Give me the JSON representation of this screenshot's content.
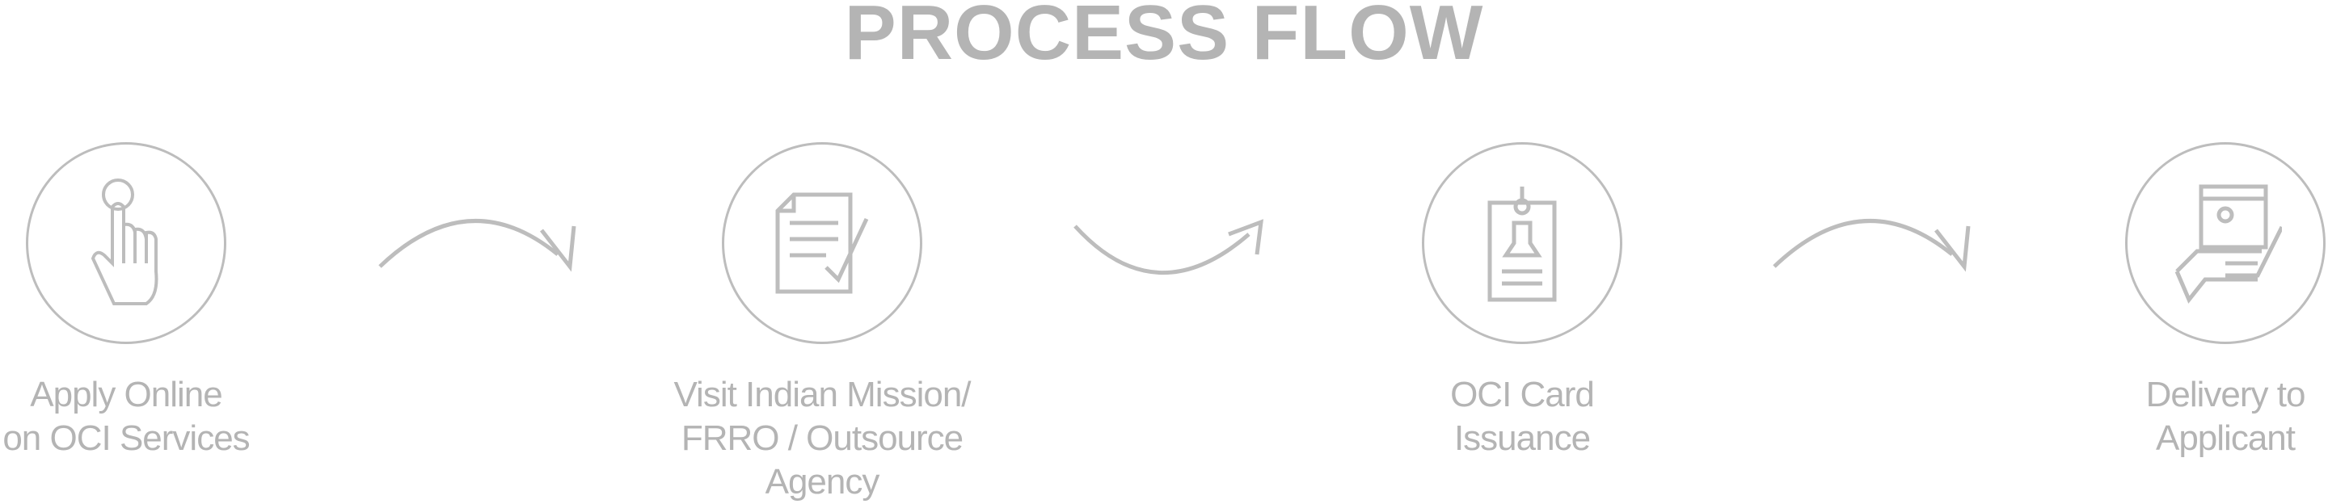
{
  "title": "PROCESS FLOW",
  "colors": {
    "background": "#ffffff",
    "foreground": "#f9f9f9"
  },
  "steps": [
    {
      "line1": "Apply Online",
      "line2": "on OCI Services",
      "icon": "hand-tap-icon"
    },
    {
      "line1": "Visit Indian Mission/",
      "line2": "FRRO / Outsource Agency",
      "icon": "document-check-icon"
    },
    {
      "line1": "OCI Card",
      "line2": "Issuance",
      "icon": "id-card-icon"
    },
    {
      "line1": "Delivery to",
      "line2": "Applicant",
      "icon": "package-delivery-icon"
    }
  ],
  "connectors": [
    "curved-arrow-up-icon",
    "curved-arrow-down-icon",
    "curved-arrow-up-icon"
  ]
}
